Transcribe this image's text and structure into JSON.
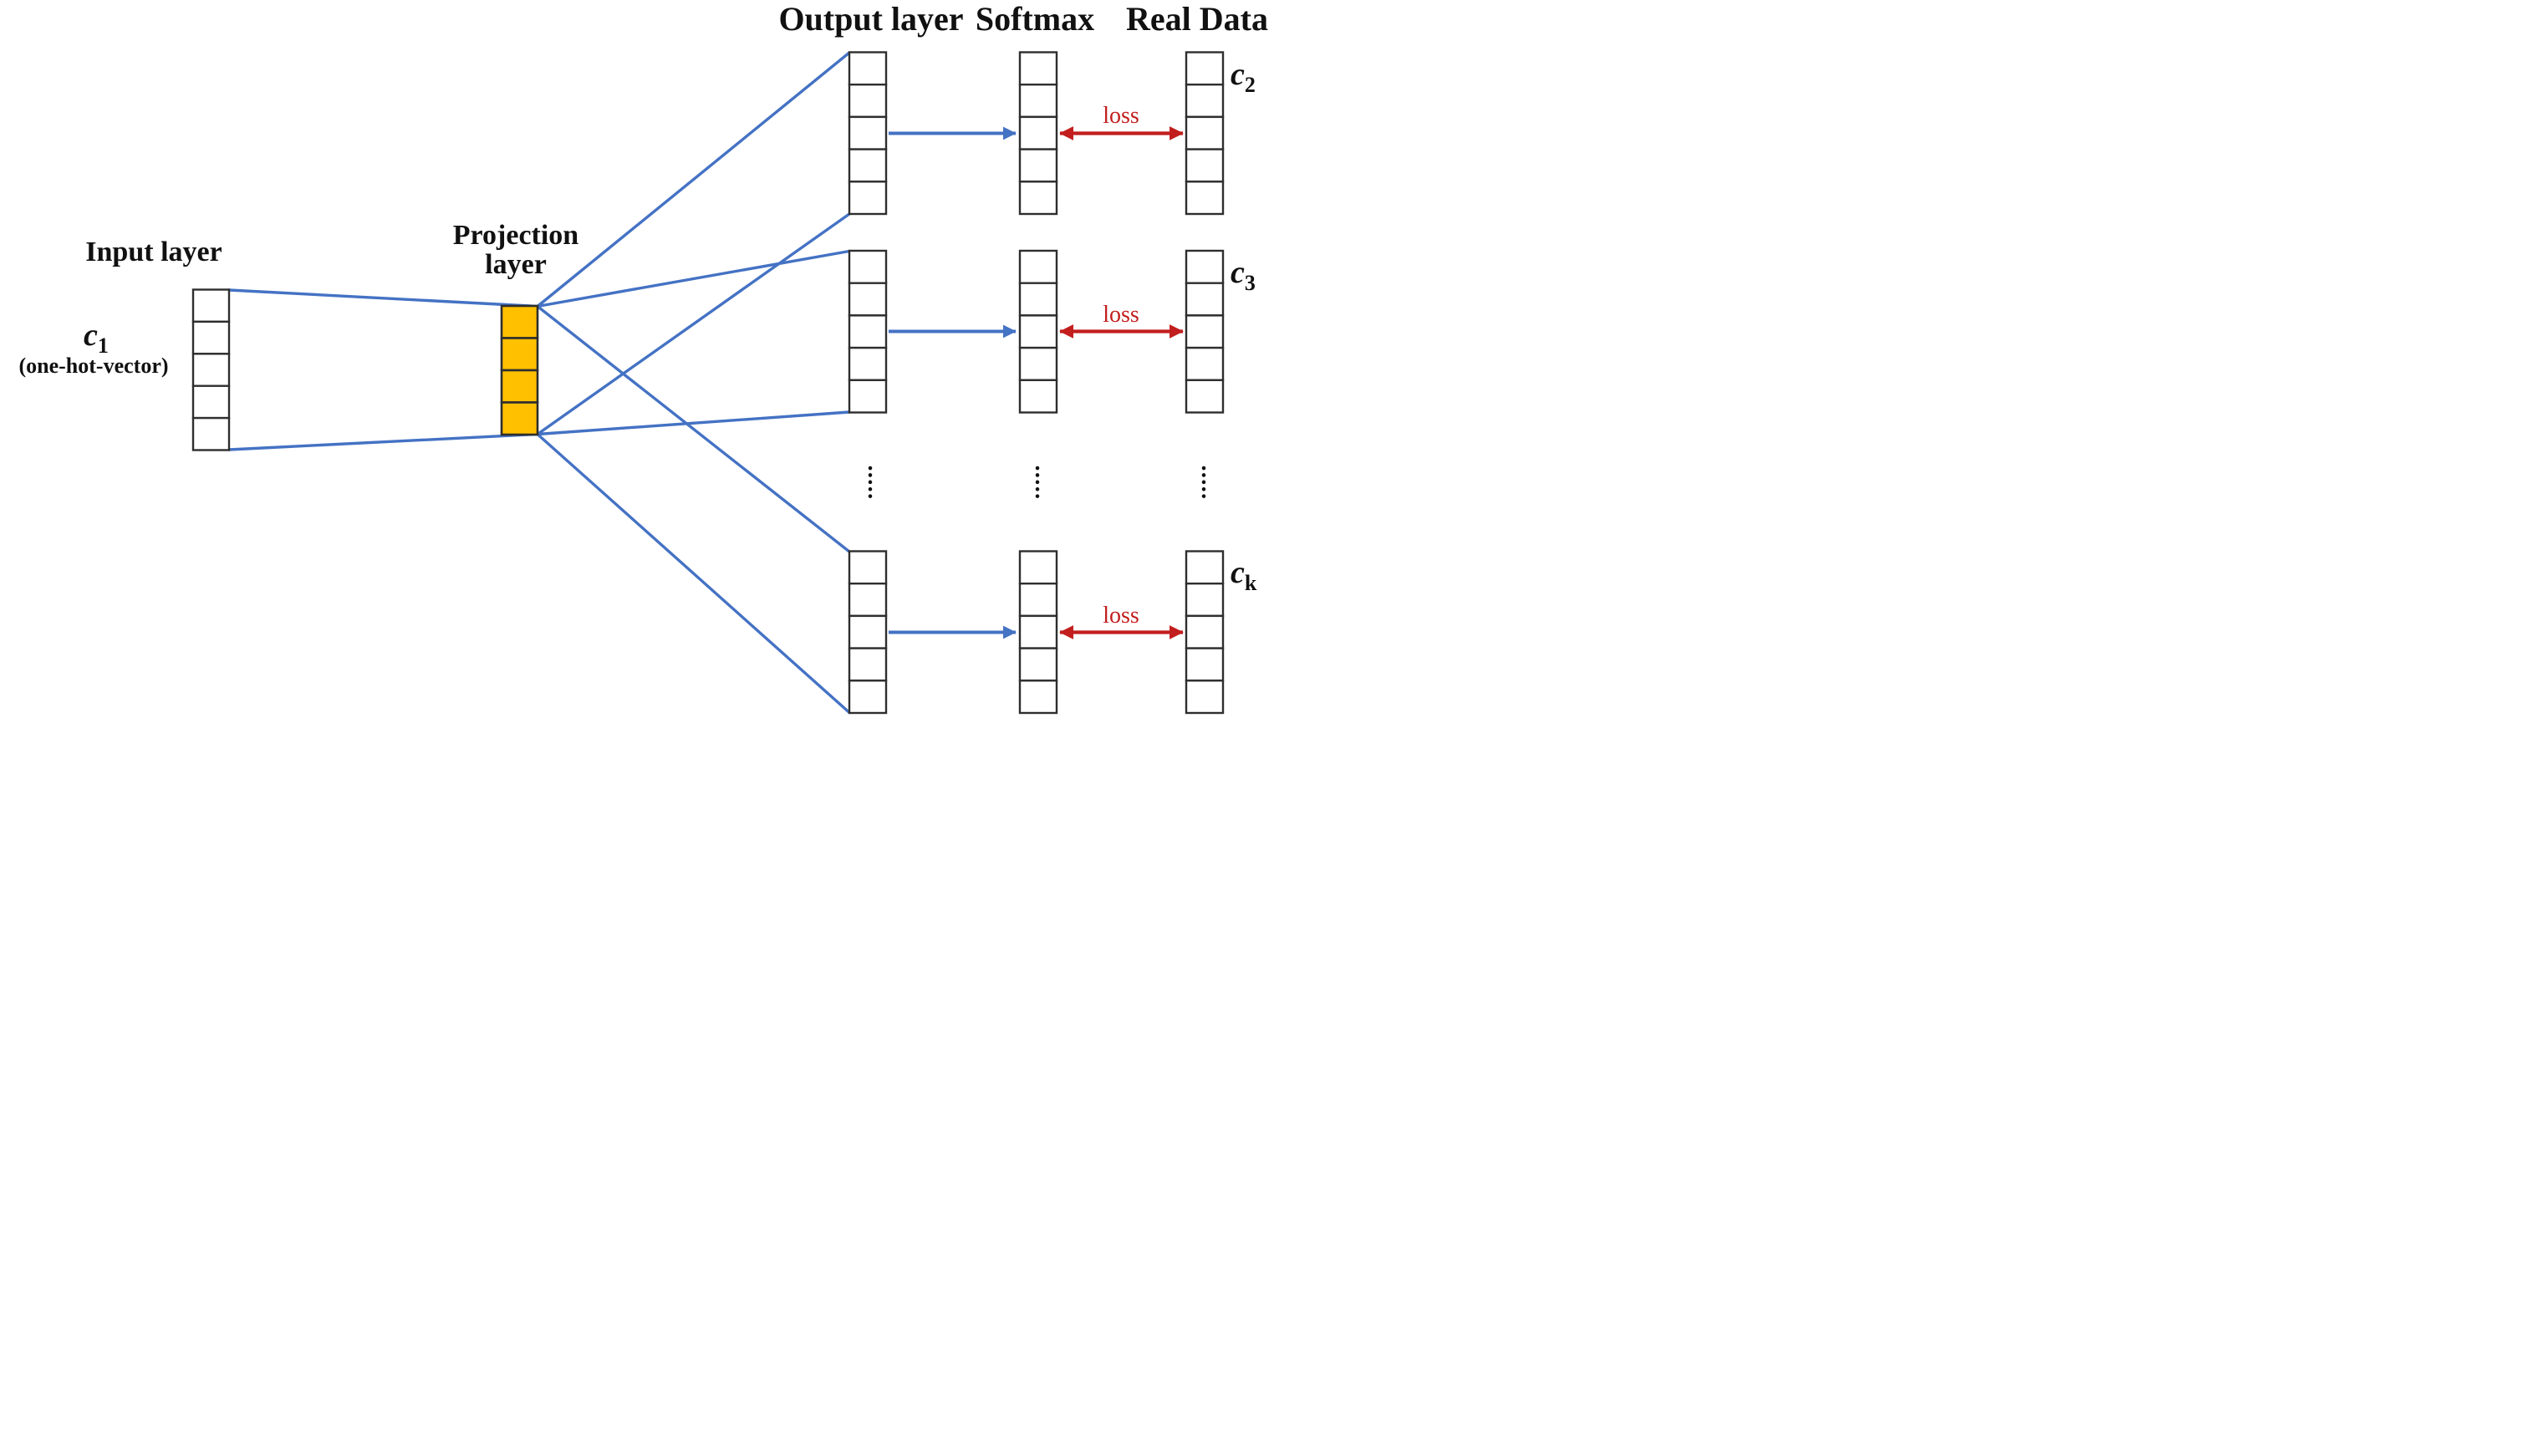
{
  "headers": {
    "output_layer": "Output layer",
    "softmax": "Softmax",
    "real_data": "Real Data"
  },
  "input": {
    "title": "Input layer",
    "vector_symbol": "c",
    "vector_subscript": "1",
    "caption": "(one-hot-vector)",
    "cells": 5
  },
  "projection": {
    "title_line1": "Projection",
    "title_line2": "layer",
    "cells": 4
  },
  "rows": [
    {
      "real_symbol": "c",
      "real_subscript": "2",
      "loss": "loss",
      "output_cells": 5,
      "softmax_cells": 5,
      "real_cells": 5
    },
    {
      "real_symbol": "c",
      "real_subscript": "3",
      "loss": "loss",
      "output_cells": 5,
      "softmax_cells": 5,
      "real_cells": 5
    },
    {
      "real_symbol": "c",
      "real_subscript": "k",
      "loss": "loss",
      "output_cells": 5,
      "softmax_cells": 5,
      "real_cells": 5
    }
  ],
  "colors": {
    "connector_blue": "#4472C4",
    "loss_red": "#C21E1E",
    "projection_orange": "#FFC000",
    "cell_border": "#2E2E2E",
    "text_black": "#111111",
    "background": "#FFFFFF"
  }
}
